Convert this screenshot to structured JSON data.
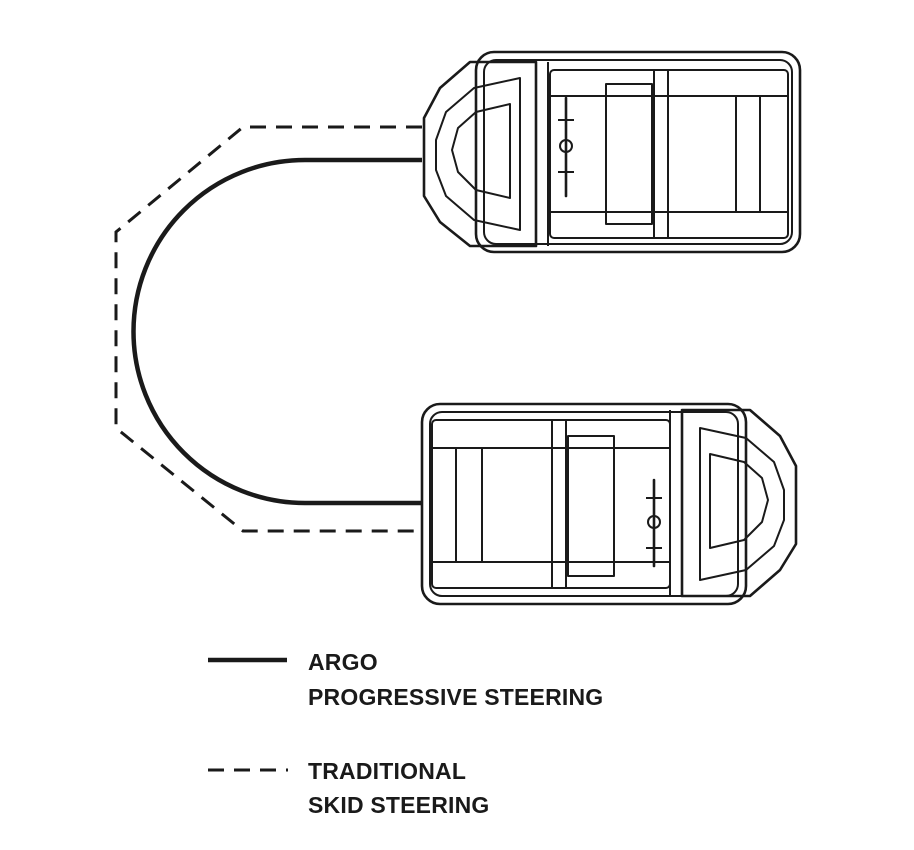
{
  "legend": [
    {
      "style": "solid",
      "line1": "ARGO",
      "line2": "PROGRESSIVE STEERING"
    },
    {
      "style": "dashed",
      "line1": "TRADITIONAL",
      "line2": "SKID STEERING"
    }
  ],
  "colors": {
    "ink": "#1a1a1a",
    "background": "#ffffff"
  }
}
